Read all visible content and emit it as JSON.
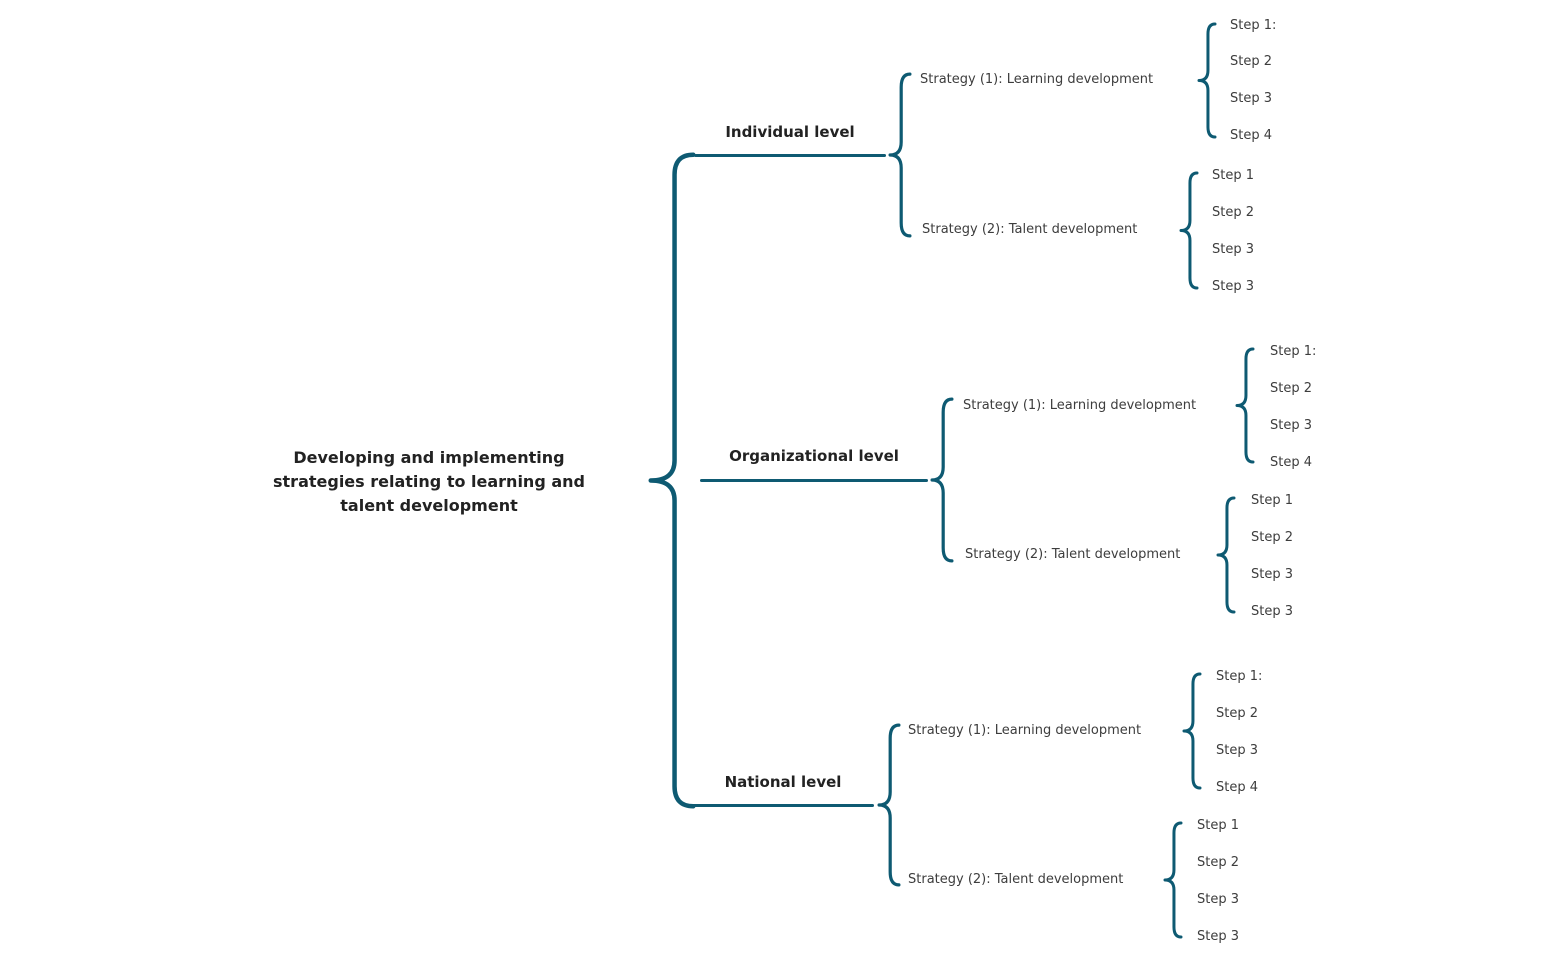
{
  "accent_color": "#0e5a72",
  "root": {
    "title": "Developing and implementing strategies relating to learning and talent development"
  },
  "levels": [
    {
      "label": "Individual level",
      "strategies": [
        {
          "label": "Strategy (1): Learning development",
          "steps": [
            "Step 1:",
            "Step 2",
            "Step 3",
            "Step 4"
          ]
        },
        {
          "label": "Strategy (2): Talent development",
          "steps": [
            "Step 1",
            "Step 2",
            "Step 3",
            "Step 3"
          ]
        }
      ]
    },
    {
      "label": "Organizational level",
      "strategies": [
        {
          "label": "Strategy (1): Learning development",
          "steps": [
            "Step 1:",
            "Step 2",
            "Step 3",
            "Step 4"
          ]
        },
        {
          "label": "Strategy (2): Talent development",
          "steps": [
            "Step 1",
            "Step 2",
            "Step 3",
            "Step 3"
          ]
        }
      ]
    },
    {
      "label": "National level",
      "strategies": [
        {
          "label": "Strategy (1): Learning development",
          "steps": [
            "Step 1:",
            "Step 2",
            "Step 3",
            "Step 4"
          ]
        },
        {
          "label": "Strategy (2): Talent development",
          "steps": [
            "Step 1",
            "Step 2",
            "Step 3",
            "Step 3"
          ]
        }
      ]
    }
  ]
}
